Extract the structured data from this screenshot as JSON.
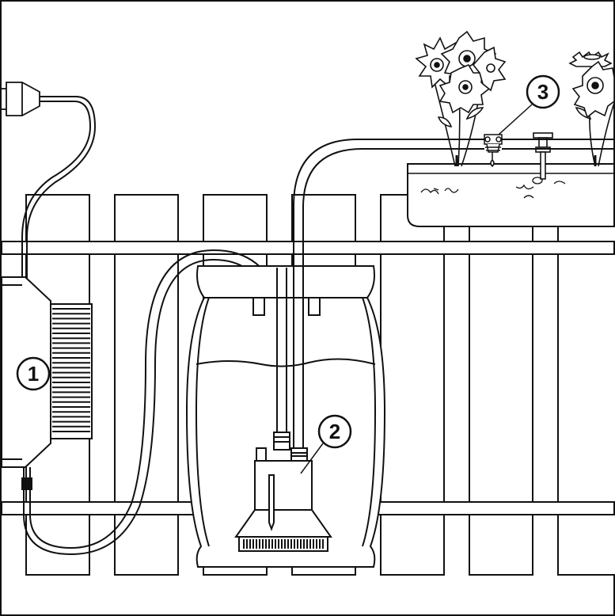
{
  "diagram": {
    "colors": {
      "line": "#111111",
      "water": "#cfcfcf",
      "fence": "#ffffff",
      "background": "#ffffff"
    },
    "callouts": [
      {
        "id": "controller",
        "label": "1"
      },
      {
        "id": "pump",
        "label": "2"
      },
      {
        "id": "drip-valve",
        "label": "3"
      }
    ]
  }
}
